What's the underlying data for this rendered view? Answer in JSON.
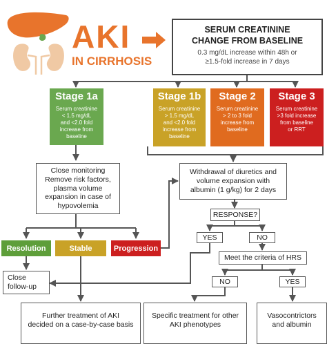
{
  "logo": {
    "aki": "AKI",
    "sub": "IN CIRRHOSIS"
  },
  "header": {
    "title_line1": "SERUM CREATININE",
    "title_line2": "CHANGE FROM BASELINE",
    "detail_line1": "0.3 mg/dL increase within 48h or",
    "detail_line2": "≥1.5-fold increase in 7 days"
  },
  "stages": [
    {
      "title": "Stage 1a",
      "desc": "Serum creatinine\n< 1.5 mg/dL\nand <2.0 fold\nincrease from\nbaseline",
      "color": "#6aa84f"
    },
    {
      "title": "Stage 1b",
      "desc": "Serum creatinine\n> 1.5 mg/dL\nand <2.0 fold\nincrease from\nbaseline",
      "color": "#c9a227"
    },
    {
      "title": "Stage 2",
      "desc": "Serum creatinine\n> 2 to 3 fold\nincrease from\nbaseline",
      "color": "#e06b1f"
    },
    {
      "title": "Stage 3",
      "desc": "Serum creatinine\n>3 fold increase\nfrom baseline\nor RRT",
      "color": "#cc1f1f"
    }
  ],
  "monitoring": "Close monitoring\nRemove risk factors,\nplasma volume\nexpansion in case of\nhypovolemia",
  "outcomes": [
    {
      "label": "Resolution",
      "color": "#5e9e3a"
    },
    {
      "label": "Stable",
      "color": "#c9a227"
    },
    {
      "label": "Progression",
      "color": "#cc1f1f"
    }
  ],
  "withdrawal": "Withdrawal of diuretics and\nvolume expansion with\nalbumin (1 g/kg) for 2 days",
  "response": "RESPONSE?",
  "yes": "YES",
  "no": "NO",
  "hrs": "Meet the criteria of HRS",
  "no2": "NO",
  "yes2": "YES",
  "followup": "Close\nfollow-up",
  "further": "Further treatment of AKI\ndecided on a case-by-case basis",
  "specific": "Specific treatment for other\nAKI phenotypes",
  "vaso": "Vasocontrictors\nand albumin",
  "colors": {
    "brand": "#e8742c",
    "liver": "#e8742c",
    "kidney": "#f0c9a4",
    "line": "#555555"
  }
}
